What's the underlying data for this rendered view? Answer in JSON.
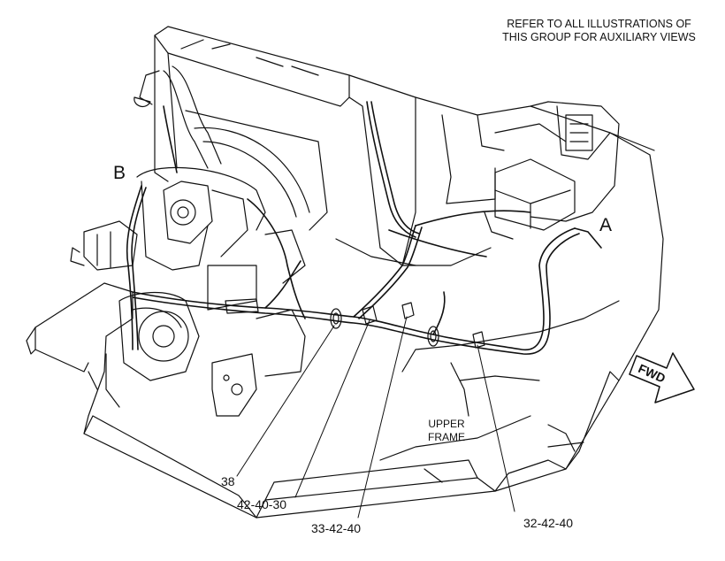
{
  "note": {
    "line1": "REFER TO ALL ILLUSTRATIONS OF",
    "line2": "THIS GROUP FOR AUXILIARY VIEWS"
  },
  "views": {
    "a": "A",
    "b": "B"
  },
  "direction_label": "FWD",
  "frame_label": {
    "line1": "UPPER",
    "line2": "FRAME"
  },
  "callouts": [
    {
      "id": "38",
      "text": "38"
    },
    {
      "id": "42-40-30",
      "text": "42-40-30"
    },
    {
      "id": "33-42-40",
      "text": "33-42-40"
    },
    {
      "id": "32-42-40",
      "text": "32-42-40"
    }
  ],
  "colors": {
    "line": "#111111",
    "background": "#ffffff"
  }
}
